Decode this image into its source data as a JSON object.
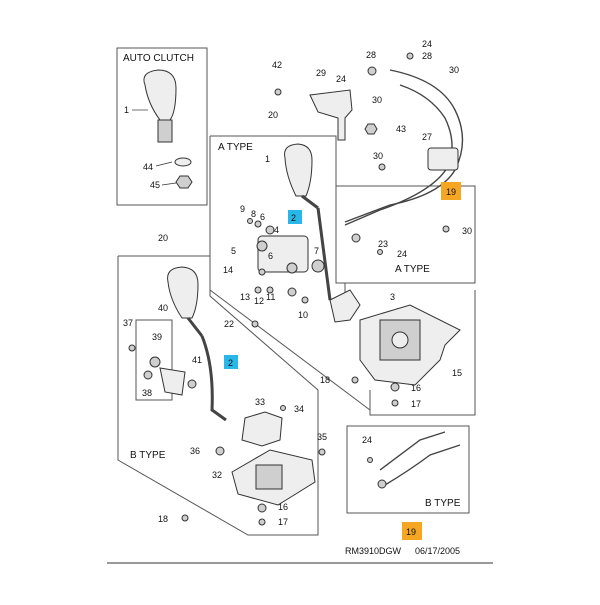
{
  "titles": {
    "auto_clutch": "AUTO CLUTCH",
    "a_type_main": "A TYPE",
    "a_type_cable": "A TYPE",
    "b_type_main": "B TYPE",
    "b_type_cable": "B TYPE"
  },
  "footer": {
    "drawing_code": "RM3910DGW",
    "date": "06/17/2005"
  },
  "colors": {
    "highlight_orange": "#f5a623",
    "highlight_cyan": "#29b6e8"
  },
  "callouts": [
    {
      "id": "c1a",
      "label": "1"
    },
    {
      "id": "c44",
      "label": "44"
    },
    {
      "id": "c45",
      "label": "45"
    },
    {
      "id": "c42",
      "label": "42"
    },
    {
      "id": "c29",
      "label": "29"
    },
    {
      "id": "c28",
      "label": "28"
    },
    {
      "id": "c24a",
      "label": "24"
    },
    {
      "id": "c28b",
      "label": "28"
    },
    {
      "id": "c30a",
      "label": "30"
    },
    {
      "id": "c24b",
      "label": "24"
    },
    {
      "id": "c30b",
      "label": "30"
    },
    {
      "id": "c43",
      "label": "43"
    },
    {
      "id": "c27",
      "label": "27"
    },
    {
      "id": "c20a",
      "label": "20"
    },
    {
      "id": "c1b",
      "label": "1"
    },
    {
      "id": "c30c",
      "label": "30"
    },
    {
      "id": "c9",
      "label": "9"
    },
    {
      "id": "c8",
      "label": "8"
    },
    {
      "id": "c6a",
      "label": "6"
    },
    {
      "id": "c2a",
      "label": "2"
    },
    {
      "id": "c4",
      "label": "4"
    },
    {
      "id": "c5",
      "label": "5"
    },
    {
      "id": "c6b",
      "label": "6"
    },
    {
      "id": "c7",
      "label": "7"
    },
    {
      "id": "c14",
      "label": "14"
    },
    {
      "id": "c11",
      "label": "11"
    },
    {
      "id": "c13",
      "label": "13"
    },
    {
      "id": "c12",
      "label": "12"
    },
    {
      "id": "c10",
      "label": "10"
    },
    {
      "id": "c3",
      "label": "3"
    },
    {
      "id": "c23",
      "label": "23"
    },
    {
      "id": "c24c",
      "label": "24"
    },
    {
      "id": "c30d",
      "label": "30"
    },
    {
      "id": "c15",
      "label": "15"
    },
    {
      "id": "c16a",
      "label": "16"
    },
    {
      "id": "c17a",
      "label": "17"
    },
    {
      "id": "c18a",
      "label": "18"
    },
    {
      "id": "c20b",
      "label": "20"
    },
    {
      "id": "c40",
      "label": "40"
    },
    {
      "id": "c37",
      "label": "37"
    },
    {
      "id": "c39",
      "label": "39"
    },
    {
      "id": "c38",
      "label": "38"
    },
    {
      "id": "c41",
      "label": "41"
    },
    {
      "id": "c2b",
      "label": "2"
    },
    {
      "id": "c22",
      "label": "22"
    },
    {
      "id": "c33",
      "label": "33"
    },
    {
      "id": "c34",
      "label": "34"
    },
    {
      "id": "c35",
      "label": "35"
    },
    {
      "id": "c36",
      "label": "36"
    },
    {
      "id": "c32",
      "label": "32"
    },
    {
      "id": "c16b",
      "label": "16"
    },
    {
      "id": "c17b",
      "label": "17"
    },
    {
      "id": "c18b",
      "label": "18"
    },
    {
      "id": "c24d",
      "label": "24"
    },
    {
      "id": "c19a",
      "label": "19"
    },
    {
      "id": "c19b",
      "label": "19"
    }
  ]
}
